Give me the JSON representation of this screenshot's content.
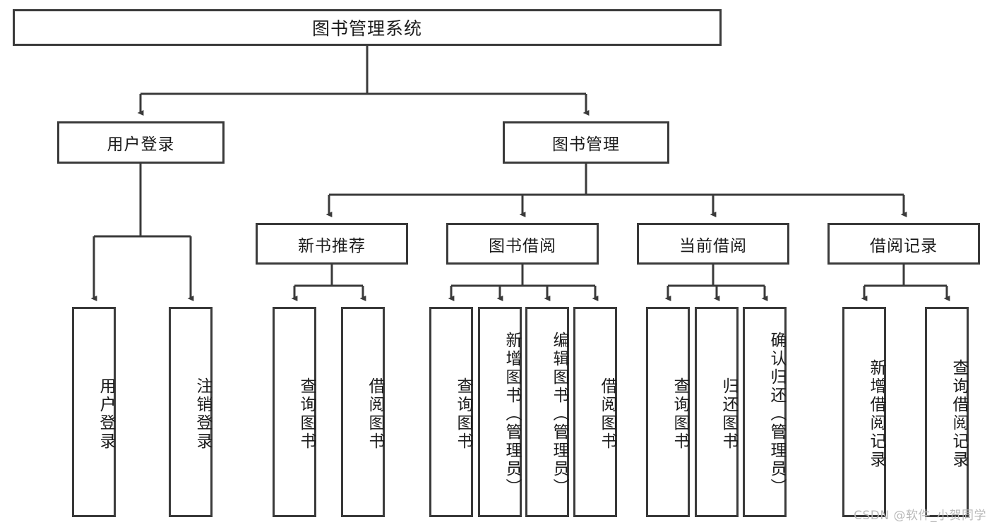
{
  "diagram": {
    "type": "tree-hierarchy",
    "title": "图书管理系统",
    "root": {
      "id": "root",
      "label": "图书管理系统",
      "orientation": "horizontal"
    },
    "level2": [
      {
        "id": "user-login",
        "label": "用户登录",
        "orientation": "horizontal"
      },
      {
        "id": "book-management",
        "label": "图书管理",
        "orientation": "horizontal"
      }
    ],
    "level3": [
      {
        "id": "new-book-recommend",
        "label": "新书推荐",
        "orientation": "horizontal",
        "parent": "book-management"
      },
      {
        "id": "book-borrow",
        "label": "图书借阅",
        "orientation": "horizontal",
        "parent": "book-management"
      },
      {
        "id": "current-borrow",
        "label": "当前借阅",
        "orientation": "horizontal",
        "parent": "book-management"
      },
      {
        "id": "borrow-record",
        "label": "借阅记录",
        "orientation": "horizontal",
        "parent": "book-management"
      }
    ],
    "leaves": {
      "user_login": [
        {
          "id": "leaf-user-login",
          "label": "用户登录"
        },
        {
          "id": "leaf-logout-login",
          "label": "注销登录"
        }
      ],
      "new_book_recommend": [
        {
          "id": "leaf-query-book-1",
          "label": "查询图书"
        },
        {
          "id": "leaf-borrow-book-1",
          "label": "借阅图书"
        }
      ],
      "book_borrow": [
        {
          "id": "leaf-query-book-2",
          "label": "查询图书"
        },
        {
          "id": "leaf-add-book",
          "label": "新增图书（管理员）"
        },
        {
          "id": "leaf-edit-book",
          "label": "编辑图书（管理员）"
        },
        {
          "id": "leaf-borrow-book-2",
          "label": "借阅图书"
        }
      ],
      "current_borrow": [
        {
          "id": "leaf-query-book-3",
          "label": "查询图书"
        },
        {
          "id": "leaf-return-book",
          "label": "归还图书"
        },
        {
          "id": "leaf-confirm-return",
          "label": "确认归还（管理员）"
        }
      ],
      "borrow_record": [
        {
          "id": "leaf-add-record",
          "label": "新增借阅记录"
        },
        {
          "id": "leaf-query-record",
          "label": "查询借阅记录"
        }
      ]
    }
  },
  "watermark": {
    "text": "CSDN @软件_小贺同学"
  },
  "colors": {
    "border": "#3a3a3a",
    "text": "#1c1c1c",
    "background": "#ffffff",
    "watermark": "#b9b9b9"
  }
}
